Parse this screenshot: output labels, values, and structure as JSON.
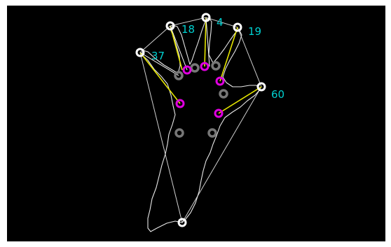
{
  "colors": {
    "background": "#000000",
    "outline": "#e8e8e8",
    "hull": "#cfcfcf",
    "finger_line": "#e6e600",
    "fingertip": "#ffffff",
    "defect_point": "#e000e0",
    "far_point": "#777777",
    "label": "#00d0d0"
  },
  "angle_labels": [
    "18",
    "4",
    "19",
    "37",
    "60"
  ]
}
